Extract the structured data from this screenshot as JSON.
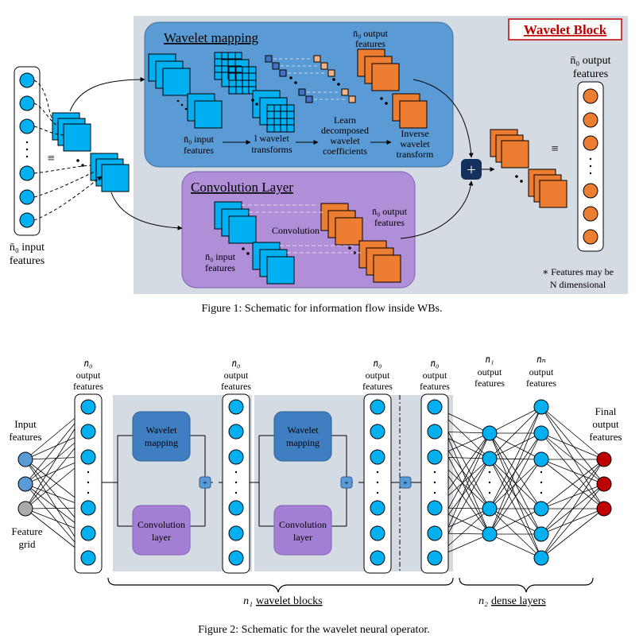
{
  "fig1": {
    "block_title": "Wavelet Block",
    "mapping_title": "Wavelet mapping",
    "conv_title": "Convolution Layer",
    "input_features": [
      "n̄₀ input",
      "features"
    ],
    "mapping_input": [
      "n̄₀ input",
      "features"
    ],
    "mapping_transforms": [
      "l wavelet",
      "transforms"
    ],
    "mapping_learn": [
      "Learn",
      "decomposed",
      "wavelet",
      "coefficients"
    ],
    "mapping_inverse": [
      "Inverse",
      "wavelet",
      "transform"
    ],
    "mapping_output": [
      "n̄₀ output",
      "features"
    ],
    "conv_label": "Convolution",
    "conv_input": [
      "n̄₀ input",
      "features"
    ],
    "conv_output": [
      "n̄₀ output",
      "features"
    ],
    "block_output": [
      "n̄₀ output",
      "features"
    ],
    "note": [
      "∗ Features may be",
      "N dimensional"
    ],
    "plus": "+",
    "equiv": "≡",
    "caption": "Figure 1: Schematic for information flow inside WBs."
  },
  "fig2": {
    "headers": [
      [
        "n̄₀",
        "output",
        "features"
      ],
      [
        "n̄₀",
        "output",
        "features"
      ],
      [
        "n̄₀",
        "output",
        "features"
      ],
      [
        "n̄₀",
        "output",
        "features"
      ],
      [
        "n̄₁",
        "output",
        "features"
      ],
      [
        "n̄ₙ",
        "output",
        "features"
      ]
    ],
    "input_label": [
      "Input",
      "features"
    ],
    "feature_grid": [
      "Feature",
      "grid"
    ],
    "final_output": [
      "Final",
      "output",
      "features"
    ],
    "wavelet_mapping": [
      "Wavelet",
      "mapping"
    ],
    "convolution_layer": [
      "Convolution",
      "layer"
    ],
    "plus": "+",
    "brace_wavelet_prefix": "n₁",
    "brace_wavelet": "wavelet blocks",
    "brace_dense_prefix": "n₂",
    "brace_dense": "dense layers",
    "caption": "Figure 2: Schematic for the wavelet neural operator."
  },
  "colors": {
    "panel": "#d4dbe3",
    "wavelet_panel": "#5b9bd5",
    "conv_panel": "#b08fd8",
    "cyan": "#00b0f0",
    "orange": "#ed7d31",
    "navy": "#13315c",
    "red": "#c00000",
    "wm_box": "#3f7fc1",
    "cl_box": "#a57fd6"
  }
}
